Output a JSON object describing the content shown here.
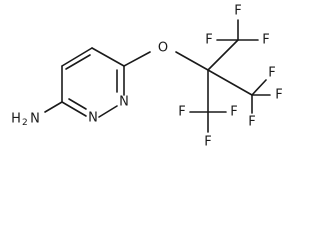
{
  "structure": {
    "atoms": {
      "oxygen": "O",
      "ring_nitrogen": "N",
      "amine_nitrogen": "N",
      "amine_hydrogen": "H",
      "amine_h_count": "2",
      "fluorine": "F"
    }
  }
}
